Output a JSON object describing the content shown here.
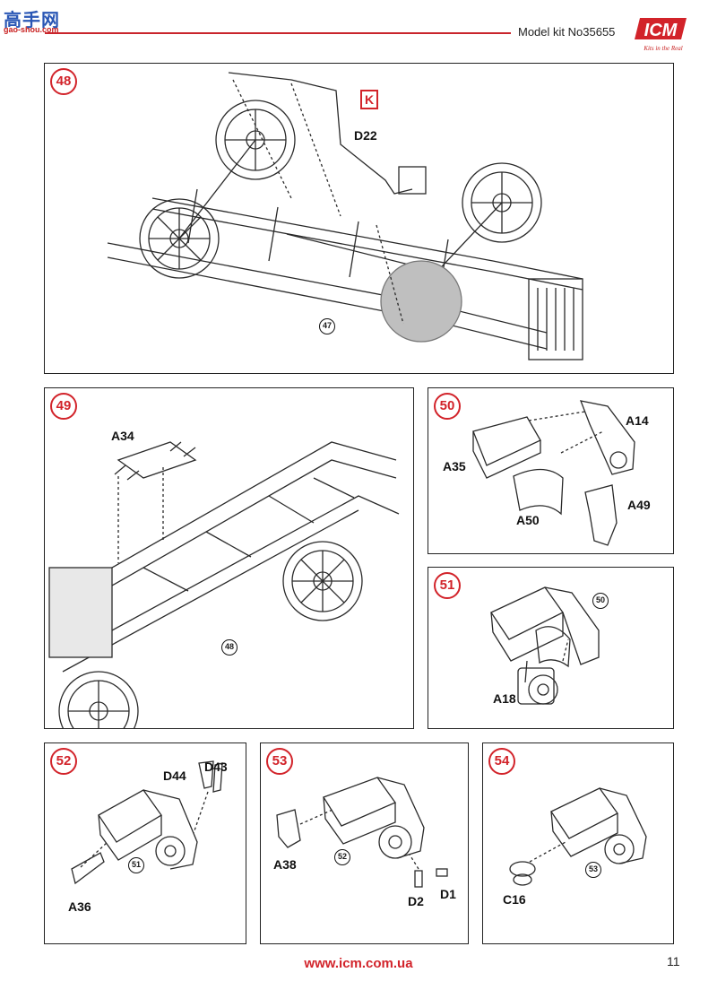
{
  "header": {
    "watermark_cn": "高手网",
    "watermark_sub": "gao-shou.com",
    "model_kit": "Model kit No35655",
    "brand": "ICM",
    "brand_tagline": "Kits in the Real"
  },
  "steps": [
    {
      "number": "48",
      "parts": [
        "D22"
      ],
      "marker": "K",
      "refs": [
        "47"
      ]
    },
    {
      "number": "49",
      "parts": [
        "A34"
      ],
      "refs": [
        "48"
      ]
    },
    {
      "number": "50",
      "parts": [
        "A14",
        "A35",
        "A50",
        "A49"
      ],
      "refs": []
    },
    {
      "number": "51",
      "parts": [
        "A18"
      ],
      "refs": [
        "50"
      ]
    },
    {
      "number": "52",
      "parts": [
        "D44",
        "D43",
        "A36"
      ],
      "refs": [
        "51"
      ]
    },
    {
      "number": "53",
      "parts": [
        "A38",
        "D2",
        "D1"
      ],
      "refs": [
        "52"
      ]
    },
    {
      "number": "54",
      "parts": [
        "C16"
      ],
      "refs": [
        "53"
      ]
    }
  ],
  "footer": {
    "url": "www.icm.com.ua",
    "page": "11"
  }
}
